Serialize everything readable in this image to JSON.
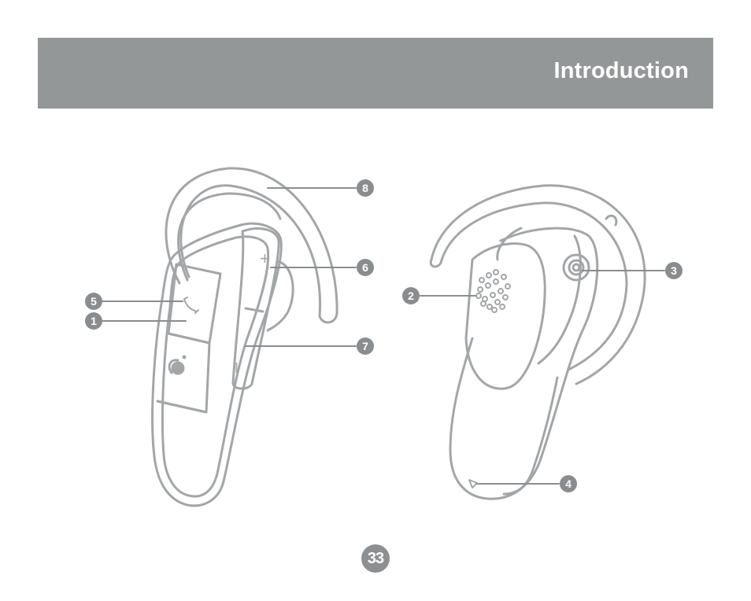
{
  "header": {
    "title": "Introduction"
  },
  "colors": {
    "header_band": "#949798",
    "line_art": "#a3a6a8",
    "callout": "#8a8d8f"
  },
  "callouts": {
    "c1": "1",
    "c2": "2",
    "c3": "3",
    "c4": "4",
    "c5": "5",
    "c6": "6",
    "c7": "7",
    "c8": "8"
  },
  "figure": {
    "plus_label": "+",
    "minus_label": "I"
  },
  "footer": {
    "page_number": "33"
  }
}
